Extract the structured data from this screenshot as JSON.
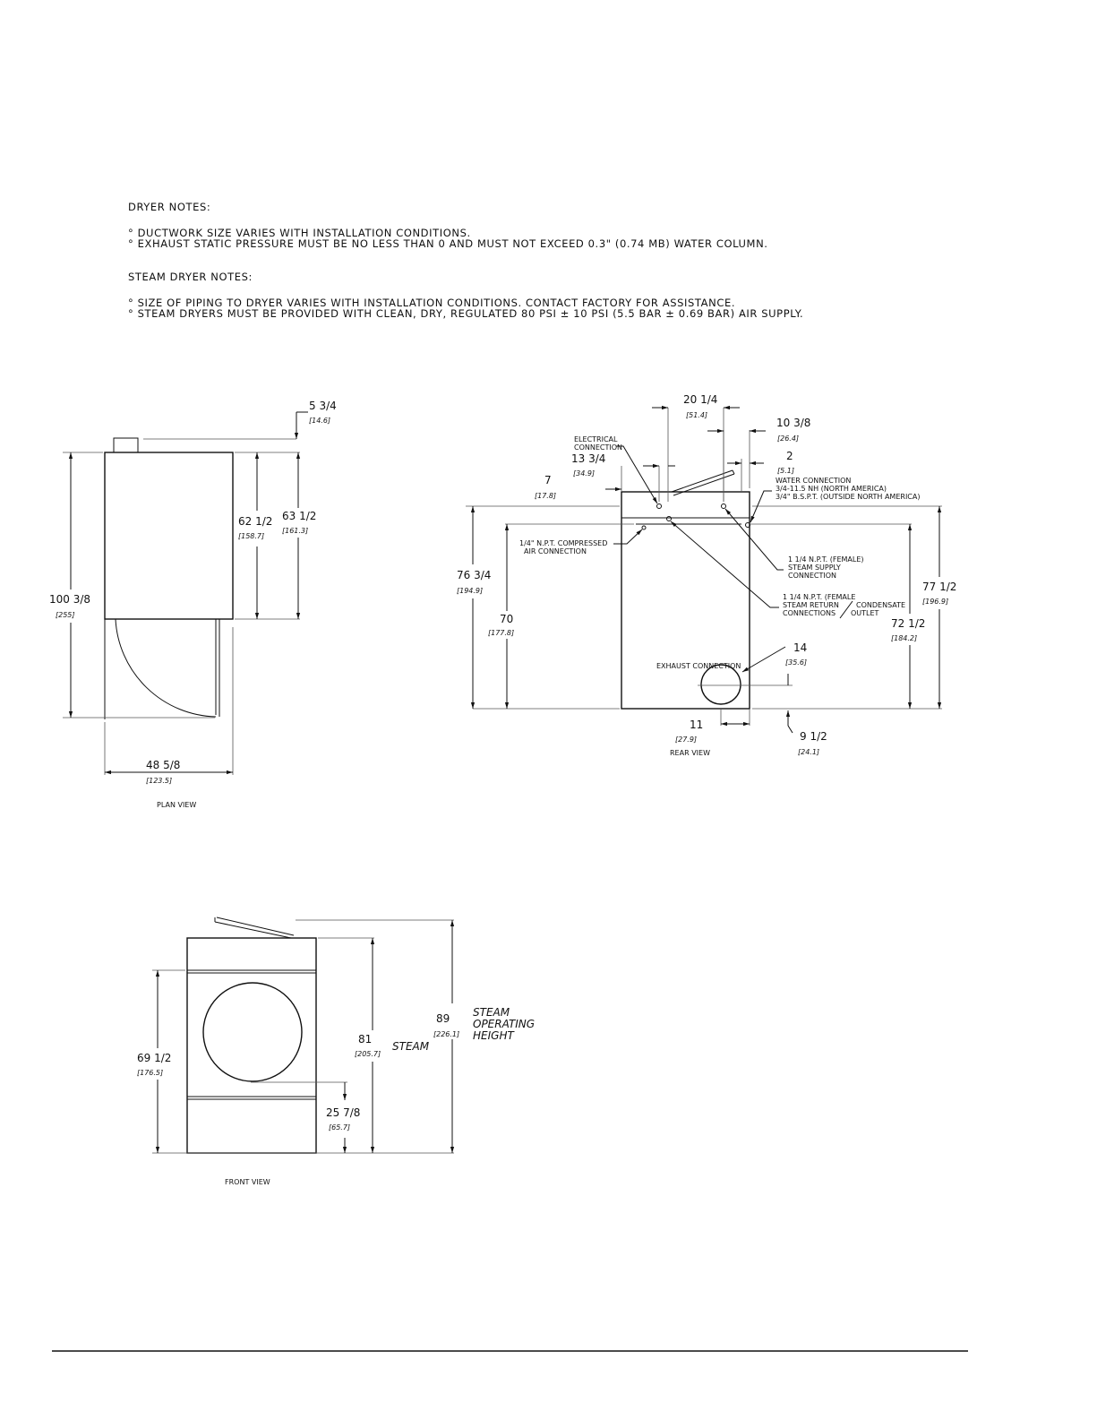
{
  "notes": {
    "dryer_title": "DRYER NOTES:",
    "dryer_lines": [
      "° DUCTWORK SIZE VARIES WITH INSTALLATION CONDITIONS.",
      "° EXHAUST STATIC PRESSURE MUST BE NO LESS THAN 0 AND MUST NOT EXCEED 0.3\" (0.74 MB) WATER COLUMN."
    ],
    "steam_title": "STEAM DRYER NOTES:",
    "steam_lines": [
      "° SIZE OF PIPING TO DRYER VARIES WITH INSTALLATION CONDITIONS.  CONTACT FACTORY FOR ASSISTANCE.",
      "° STEAM DRYERS MUST BE PROVIDED WITH CLEAN, DRY, REGULATED 80 PSI ± 10 PSI (5.5 BAR ± 0.69 BAR) AIR SUPPLY."
    ]
  },
  "plan": {
    "title": "PLAN VIEW",
    "d_top": "5 3/4",
    "d_top_m": "[14.6]",
    "d_cab": "62 1/2",
    "d_cab_m": "[158.7]",
    "d_cab2": "63 1/2",
    "d_cab2_m": "[161.3]",
    "d_total": "100 3/8",
    "d_total_m": "[255]",
    "d_width": "48 5/8",
    "d_width_m": "[123.5]"
  },
  "rear": {
    "title": "REAR VIEW",
    "d1": "20 1/4",
    "d1_m": "[51.4]",
    "d2": "10 3/8",
    "d2_m": "[26.4]",
    "d3": "2",
    "d3_m": "[5.1]",
    "d4": "13 3/4",
    "d4_m": "[34.9]",
    "d5": "7",
    "d5_m": "[17.8]",
    "d6": "76 3/4",
    "d6_m": "[194.9]",
    "d7": "70",
    "d7_m": "[177.8]",
    "d8": "77 1/2",
    "d8_m": "[196.9]",
    "d9": "72 1/2",
    "d9_m": "[184.2]",
    "d10": "14",
    "d10_m": "[35.6]",
    "d11": "11",
    "d11_m": "[27.9]",
    "d12": "9 1/2",
    "d12_m": "[24.1]",
    "electrical_1": "ELECTRICAL",
    "electrical_2": "CONNECTION",
    "water_1": "WATER CONNECTION",
    "water_2": "3/4-11.5 NH (NORTH AMERICA)",
    "water_3": "3/4\" B.S.P.T. (OUTSIDE NORTH AMERICA)",
    "air_1": "1/4\" N.P.T. COMPRESSED",
    "air_2": "AIR CONNECTION",
    "supply_1": "1 1/4 N.P.T. (FEMALE)",
    "supply_2": "STEAM SUPPLY",
    "supply_3": "CONNECTION",
    "return_1": "1 1/4 N.P.T. (FEMALE",
    "return_2": "STEAM RETURN",
    "return_3": "CONDENSATE",
    "return_4": "CONNECTIONS",
    "return_5": "OUTLET",
    "exhaust": "EXHAUST CONNECTION"
  },
  "front": {
    "title": "FRONT VIEW",
    "d1": "69 1/2",
    "d1_m": "[176.5]",
    "d2": "25 7/8",
    "d2_m": "[65.7]",
    "d3": "81",
    "d3_m": "[205.7]",
    "d3_label": "STEAM",
    "d4": "89",
    "d4_m": "[226.1]",
    "h1": "STEAM",
    "h2": "OPERATING",
    "h3": "HEIGHT"
  }
}
